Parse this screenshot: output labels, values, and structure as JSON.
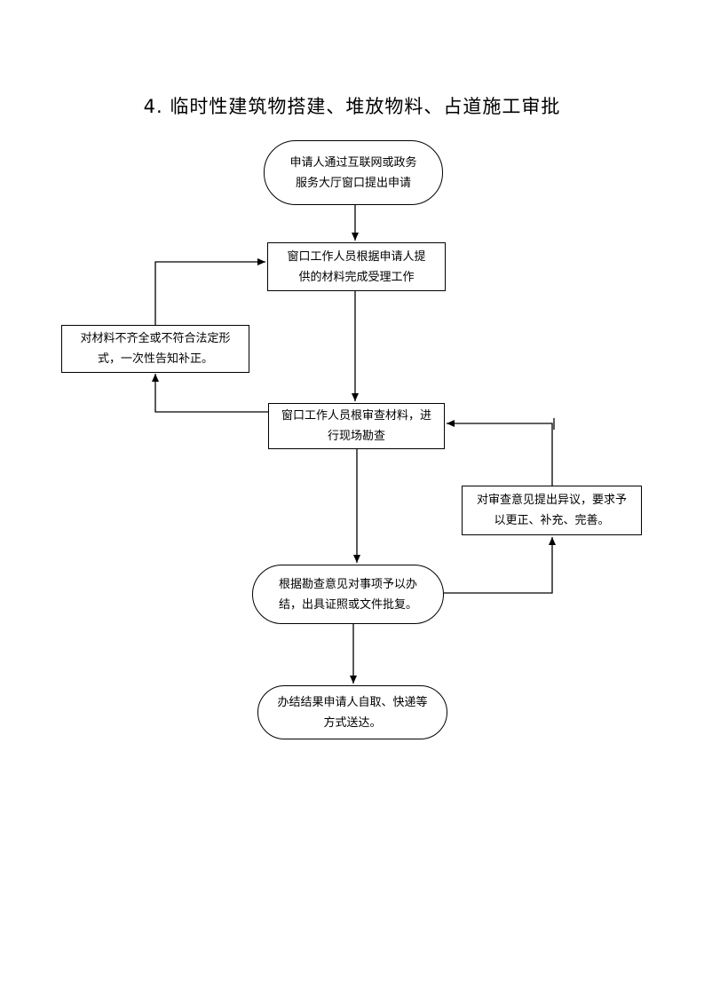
{
  "title": "4. 临时性建筑物搭建、堆放物料、占道施工审批",
  "nodes": {
    "apply": [
      "申请人通过互联网或政务",
      "服务大厅窗口提出申请"
    ],
    "accept": [
      "窗口工作人员根据申请人提",
      "供的材料完成受理工作"
    ],
    "supplement": [
      "对材料不齐全或不符合法定形",
      "式，一次性告知补正。"
    ],
    "review": [
      "窗口工作人员根审查材料，进",
      "行现场勘查"
    ],
    "objection": [
      "对审查意见提出异议，要求予",
      "以更正、补充、完善。"
    ],
    "handle": [
      "根据勘查意见对事项予以办",
      "结，出具证照或文件批复。"
    ],
    "deliver": [
      "办结结果申请人自取、快递等",
      "方式送达。"
    ]
  }
}
